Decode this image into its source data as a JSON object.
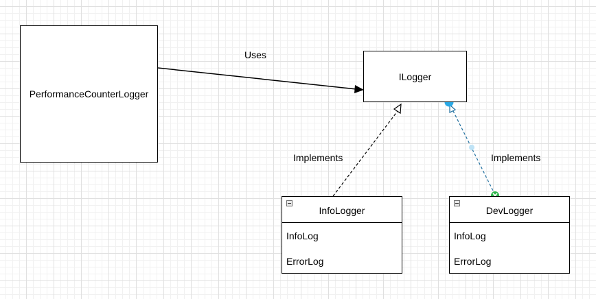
{
  "nodes": {
    "performance_counter_logger": {
      "label": "PerformanceCounterLogger"
    },
    "ilogger": {
      "label": "ILogger"
    },
    "info_logger": {
      "name": "InfoLogger",
      "fields": [
        "InfoLog",
        "ErrorLog"
      ]
    },
    "dev_logger": {
      "name": "DevLogger",
      "fields": [
        "InfoLog",
        "ErrorLog"
      ]
    }
  },
  "edges": {
    "uses": {
      "label": "Uses"
    },
    "info_implements": {
      "label": "Implements"
    },
    "dev_implements": {
      "label": "Implements"
    }
  },
  "colors": {
    "line": "#000000",
    "selected_edge": "#1f6f9f",
    "handle_source": "#29a9e6",
    "handle_target": "#2db54a",
    "grid": "#e0e0e0"
  }
}
